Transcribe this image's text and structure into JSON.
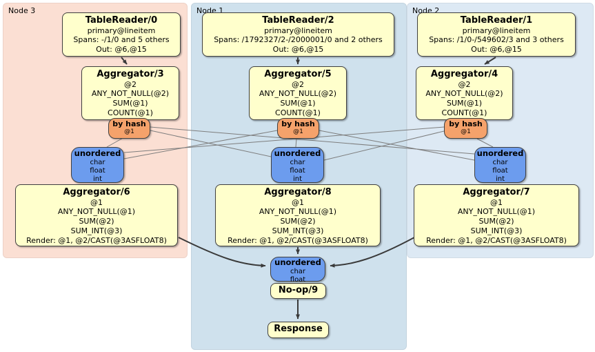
{
  "colors": {
    "node3-bg": "#fbdfd3",
    "node1-bg": "#cfe1ed",
    "node2-bg": "#dde9f4",
    "box-fill": "#ffffcc",
    "router-fill": "#f5a26b",
    "sync-fill": "#6c9cee",
    "edge-dark": "#3a3a3a",
    "edge-light": "#7d7d7d"
  },
  "nodes": [
    {
      "label": "Node 3",
      "table_reader": {
        "title": "TableReader/0",
        "lines": [
          "primary@lineitem",
          "Spans: -/1/0 and 5 others",
          "Out: @6,@15"
        ]
      },
      "aggregator_top": {
        "title": "Aggregator/3",
        "lines": [
          "@2",
          "ANY_NOT_NULL(@2)",
          "SUM(@1)",
          "COUNT(@1)"
        ]
      },
      "router": {
        "title": "by hash",
        "detail": "@1"
      },
      "sync": {
        "title": "unordered",
        "lines": [
          "char",
          "float",
          "int"
        ]
      },
      "aggregator_bottom": {
        "title": "Aggregator/6",
        "lines": [
          "@1",
          "ANY_NOT_NULL(@1)",
          "SUM(@2)",
          "SUM_INT(@3)",
          "Render: @1, @2/CAST(@3ASFLOAT8)"
        ]
      }
    },
    {
      "label": "Node 1",
      "table_reader": {
        "title": "TableReader/2",
        "lines": [
          "primary@lineitem",
          "Spans: /1792327/2-/2000001/0 and 2 others",
          "Out: @6,@15"
        ]
      },
      "aggregator_top": {
        "title": "Aggregator/5",
        "lines": [
          "@2",
          "ANY_NOT_NULL(@2)",
          "SUM(@1)",
          "COUNT(@1)"
        ]
      },
      "router": {
        "title": "by hash",
        "detail": "@1"
      },
      "sync": {
        "title": "unordered",
        "lines": [
          "char",
          "float",
          "int"
        ]
      },
      "aggregator_bottom": {
        "title": "Aggregator/8",
        "lines": [
          "@1",
          "ANY_NOT_NULL(@1)",
          "SUM(@2)",
          "SUM_INT(@3)",
          "Render: @1, @2/CAST(@3ASFLOAT8)"
        ]
      }
    },
    {
      "label": "Node 2",
      "table_reader": {
        "title": "TableReader/1",
        "lines": [
          "primary@lineitem",
          "Spans: /1/0-/549602/3 and 3 others",
          "Out: @6,@15"
        ]
      },
      "aggregator_top": {
        "title": "Aggregator/4",
        "lines": [
          "@2",
          "ANY_NOT_NULL(@2)",
          "SUM(@1)",
          "COUNT(@1)"
        ]
      },
      "router": {
        "title": "by hash",
        "detail": "@1"
      },
      "sync": {
        "title": "unordered",
        "lines": [
          "char",
          "float",
          "int"
        ]
      },
      "aggregator_bottom": {
        "title": "Aggregator/7",
        "lines": [
          "@1",
          "ANY_NOT_NULL(@1)",
          "SUM(@2)",
          "SUM_INT(@3)",
          "Render: @1, @2/CAST(@3ASFLOAT8)"
        ]
      }
    }
  ],
  "final": {
    "sync": {
      "title": "unordered",
      "lines": [
        "char",
        "float"
      ]
    },
    "noop_label": "No-op/9",
    "response_label": "Response"
  }
}
